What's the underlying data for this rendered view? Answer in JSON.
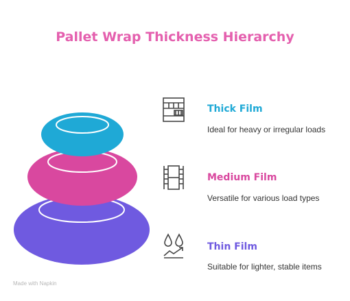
{
  "colors": {
    "title": "#e45fae",
    "thick": "#1fa9d6",
    "medium": "#d9489f",
    "thin": "#6f5ae0",
    "icon": "#444444"
  },
  "title": "Pallet Wrap Thickness Hierarchy",
  "items": [
    {
      "label": "Thick Film",
      "description": "Ideal for heavy or irregular loads",
      "icon": "pallet-rack-icon"
    },
    {
      "label": "Medium Film",
      "description": "Versatile for various load types",
      "icon": "film-strip-icon"
    },
    {
      "label": "Thin Film",
      "description": "Suitable for lighter, stable items",
      "icon": "droplets-trend-icon"
    }
  ],
  "credit": "Made with Napkin"
}
